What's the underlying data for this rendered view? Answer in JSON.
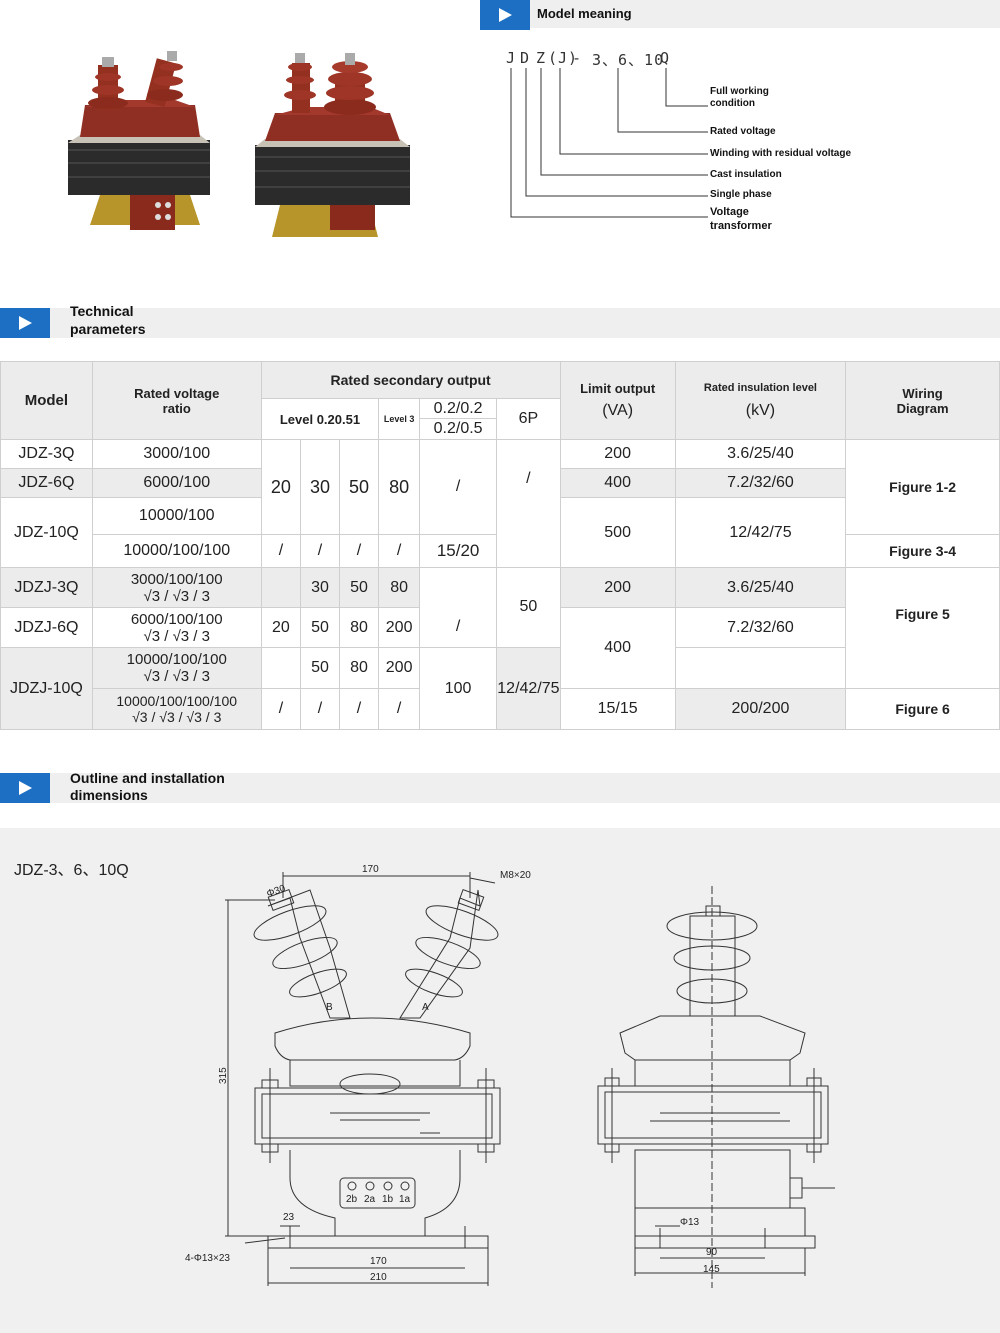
{
  "model_meaning": {
    "heading": "Model meaning",
    "code": {
      "j": "J",
      "d": "D",
      "z": "Z",
      "jparen": "(J)",
      "dash": "-",
      "voltages": "3、6、10",
      "q": "Q"
    },
    "labels": {
      "full": "Full working condition",
      "rated_voltage": "Rated voltage",
      "winding": "Winding with residual voltage",
      "cast": "Cast insulation",
      "single": "Single phase",
      "transformer": "Voltage transformer"
    }
  },
  "tech": {
    "heading_line1": "Technical",
    "heading_line2": "parameters",
    "headers": {
      "model": "Model",
      "ratio": "Rated voltage ratio",
      "secondary": "Rated secondary output",
      "level1": "Level 0.20.51",
      "level3": "Level 3",
      "cls_a": "0.2/0.2",
      "cls_b": "0.2/0.5",
      "sixp": "6P",
      "limit": "Limit output",
      "limit_unit": "(VA)",
      "insul": "Rated insulation level",
      "insul_unit": "(kV)",
      "wiring": "Wiring Diagram"
    },
    "rows": {
      "r1_model": "JDZ-3Q",
      "r1_ratio": "3000/100",
      "r1_limit": "200",
      "r1_ins": "3.6/25/40",
      "r2_model": "JDZ-6Q",
      "r2_ratio": "6000/100",
      "r2_limit": "400",
      "r2_ins": "7.2/32/60",
      "r3_model": "JDZ-10Q",
      "r3_ratio_a": "10000/100",
      "r3_ratio_b": "10000/100/100",
      "r3_limit": "500",
      "r3_ins": "12/42/75",
      "g1_a": "20",
      "g1_b": "30",
      "g1_c": "50",
      "g1_d": "80",
      "g1_e": "/",
      "g1_f": "/",
      "s": "/",
      "r3_cls": "15/20",
      "fig12": "Figure 1-2",
      "fig34": "Figure 3-4",
      "r4_model": "JDZJ-3Q",
      "r4_limit": "200",
      "r4_ins": "3.6/25/40",
      "r4_b": "30",
      "r4_c": "50",
      "r4_d": "80",
      "r5_model": "JDZJ-6Q",
      "r5_ins": "7.2/32/60",
      "r5_a": "20",
      "r5_b": "50",
      "r5_c": "80",
      "r5_d": "200",
      "r45_cls": "/",
      "r45_6p": "50",
      "r56_limit": "400",
      "r6_model": "JDZJ-10Q",
      "r6_b": "50",
      "r6_c": "80",
      "r6_d": "200",
      "r67_6p": "100",
      "r67_ins": "12/42/75",
      "r7_cls": "15/15",
      "r7_limit": "200/200",
      "fig5": "Figure 5",
      "fig6": "Figure 6",
      "f3000": "3000",
      "f6000": "6000",
      "f10000": "10000",
      "f100": "100",
      "f3": "3",
      "fr3": "√3"
    }
  },
  "outline": {
    "heading_line1": "Outline and installation",
    "heading_line2": "dimensions",
    "drawing_title": "JDZ-3、6、10Q",
    "dims": {
      "d170_top": "170",
      "m8": "M8×20",
      "phi30": "Φ30",
      "h315": "315",
      "b_mark": "B",
      "a_mark": "A",
      "t2b": "2b",
      "t2a": "2a",
      "t1b": "1b",
      "t1a": "1a",
      "d23": "23",
      "holes": "4-Φ13×23",
      "d170_bot": "170",
      "d210": "210",
      "phi13": "Φ13",
      "d90": "90",
      "d145": "145"
    }
  }
}
